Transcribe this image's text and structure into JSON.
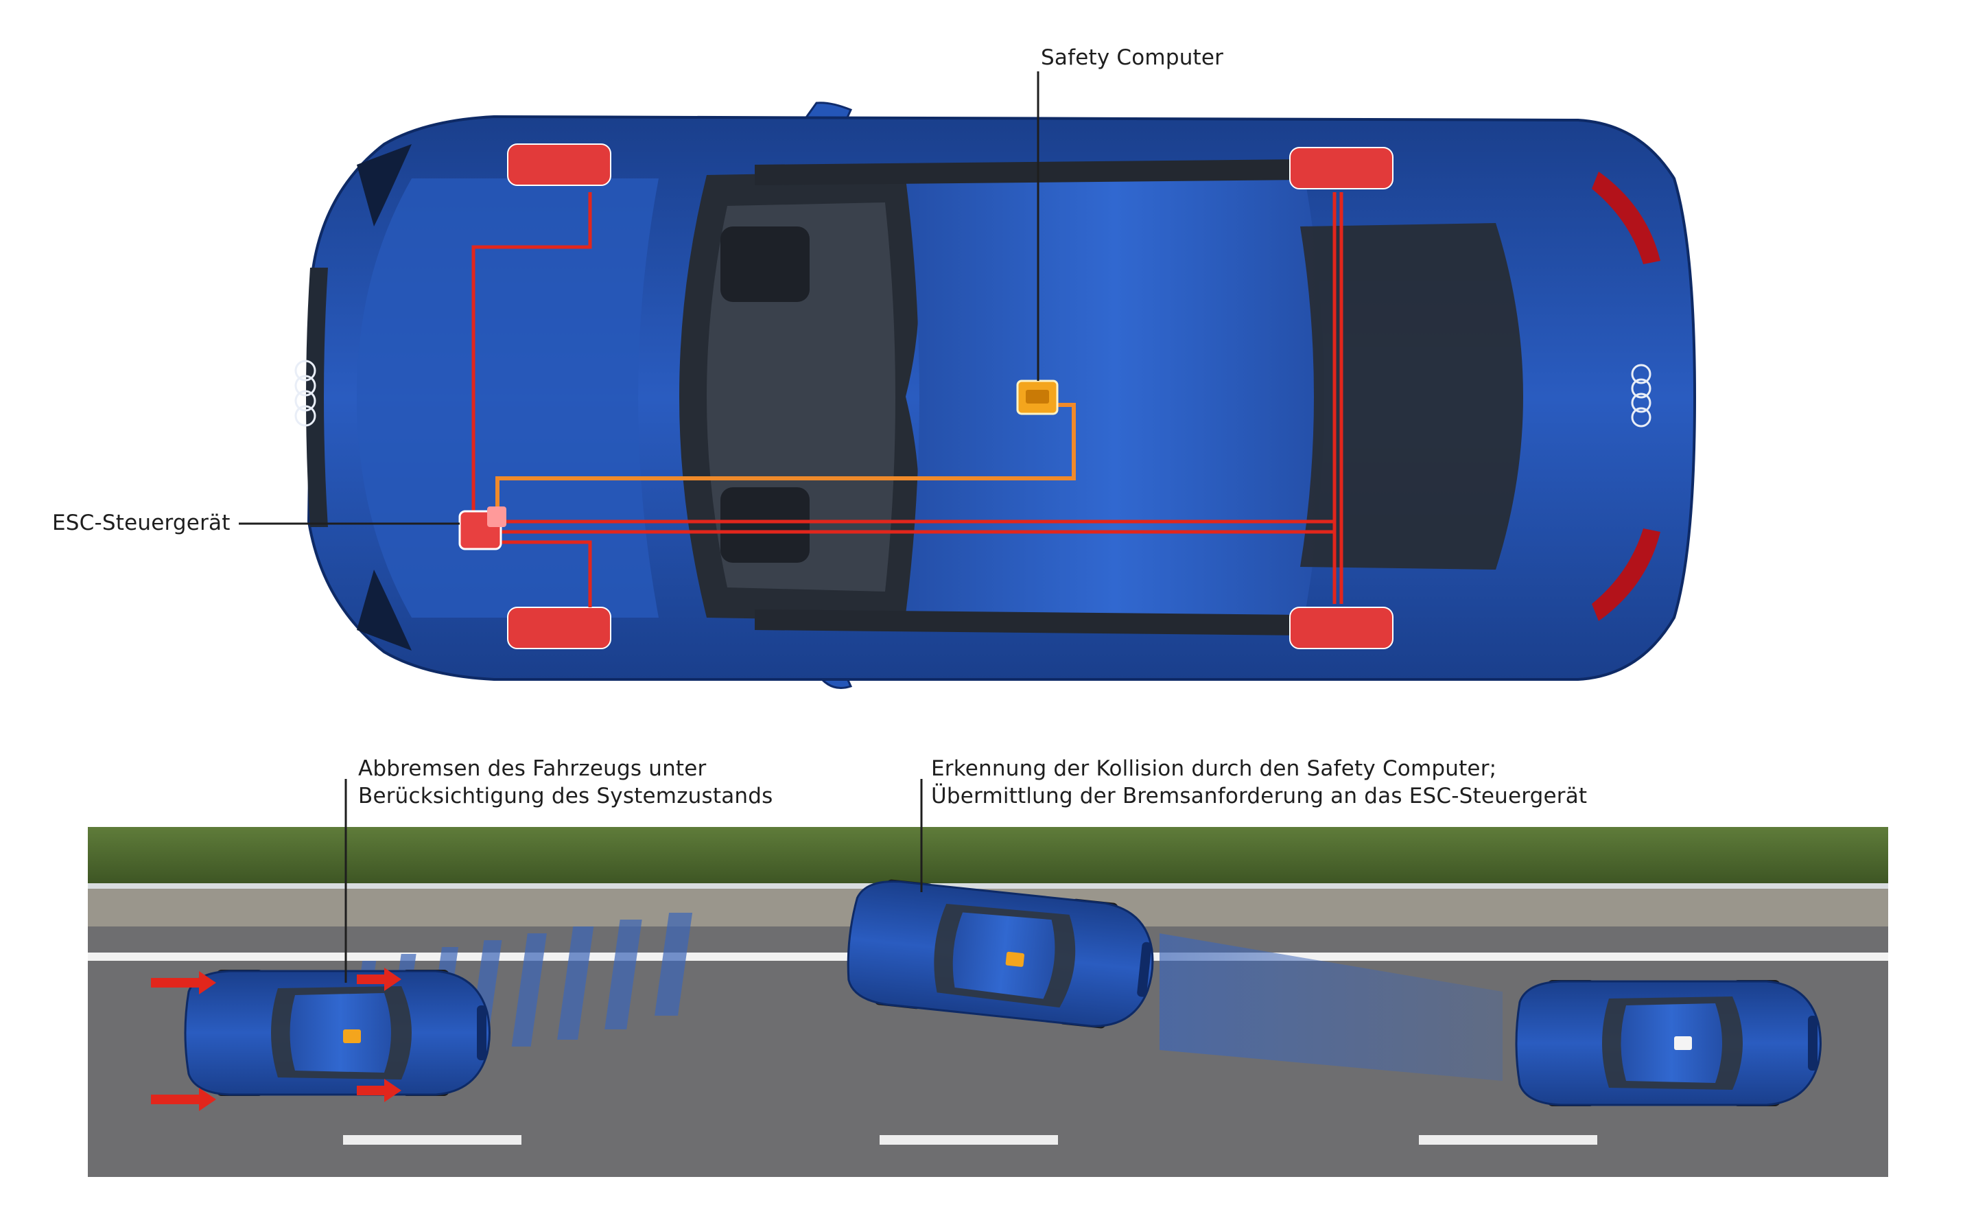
{
  "labels": {
    "safety_computer": "Safety Computer",
    "esc_unit": "ESC-Steuergerät",
    "braking": {
      "line1": "Abbremsen des Fahrzeugs unter",
      "line2": "Berücksichtigung des Systemzustands"
    },
    "collision": {
      "line1": "Erkennung der Kollision durch den Safety Computer;",
      "line2": "Übermittlung der Bremsanforderung an das ESC-Steuergerät"
    }
  },
  "colors": {
    "car_body": "#1f4fa8",
    "car_dark": "#12306e",
    "glass": "#2b2f36",
    "brake_wire": "#e2261c",
    "safety_box": "#f2a31b",
    "road": "#6e6e70",
    "grass": "#4f6a2e",
    "radar_beam": "#3d66b8"
  },
  "icons": [
    "audi-rings-icon",
    "safety-computer-icon",
    "esc-unit-icon",
    "brake-caliper-icon",
    "brake-arrow-icon"
  ]
}
